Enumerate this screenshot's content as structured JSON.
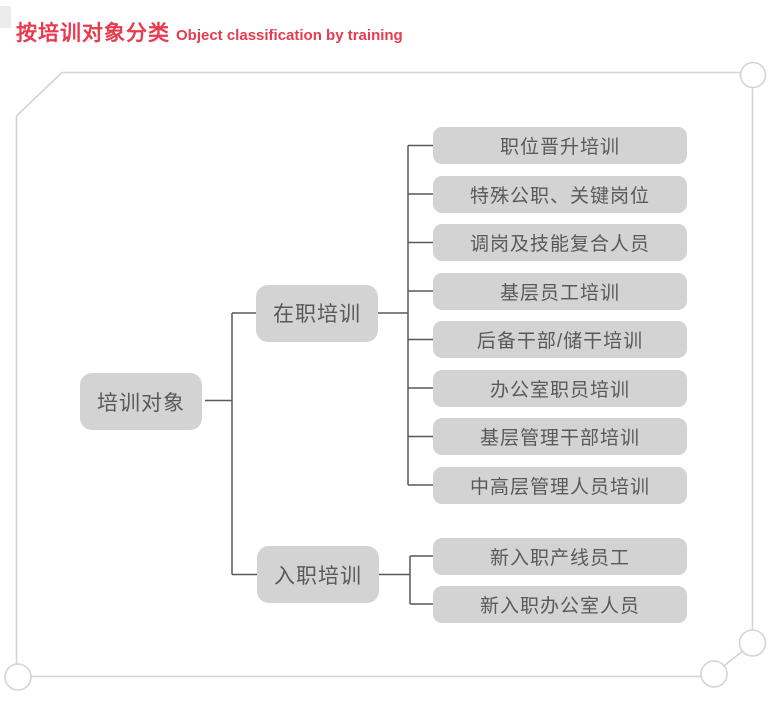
{
  "title": {
    "zh": "按培训对象分类",
    "en": "Object classification by training"
  },
  "colors": {
    "accent": "#e73b4e",
    "box_fill": "#d3d3d4",
    "box_text": "#58595b",
    "line": "#58595b",
    "frame": "#d4d4d4"
  },
  "tree": {
    "root": {
      "label": "培训对象"
    },
    "branches": [
      {
        "label": "在职培训",
        "children": [
          "职位晋升培训",
          "特殊公职、关键岗位",
          "调岗及技能复合人员",
          "基层员工培训",
          "后备干部/储干培训",
          "办公室职员培训",
          "基层管理干部培训",
          "中高层管理人员培训"
        ]
      },
      {
        "label": "入职培训",
        "children": [
          "新入职产线员工",
          "新入职办公室人员"
        ]
      }
    ]
  }
}
